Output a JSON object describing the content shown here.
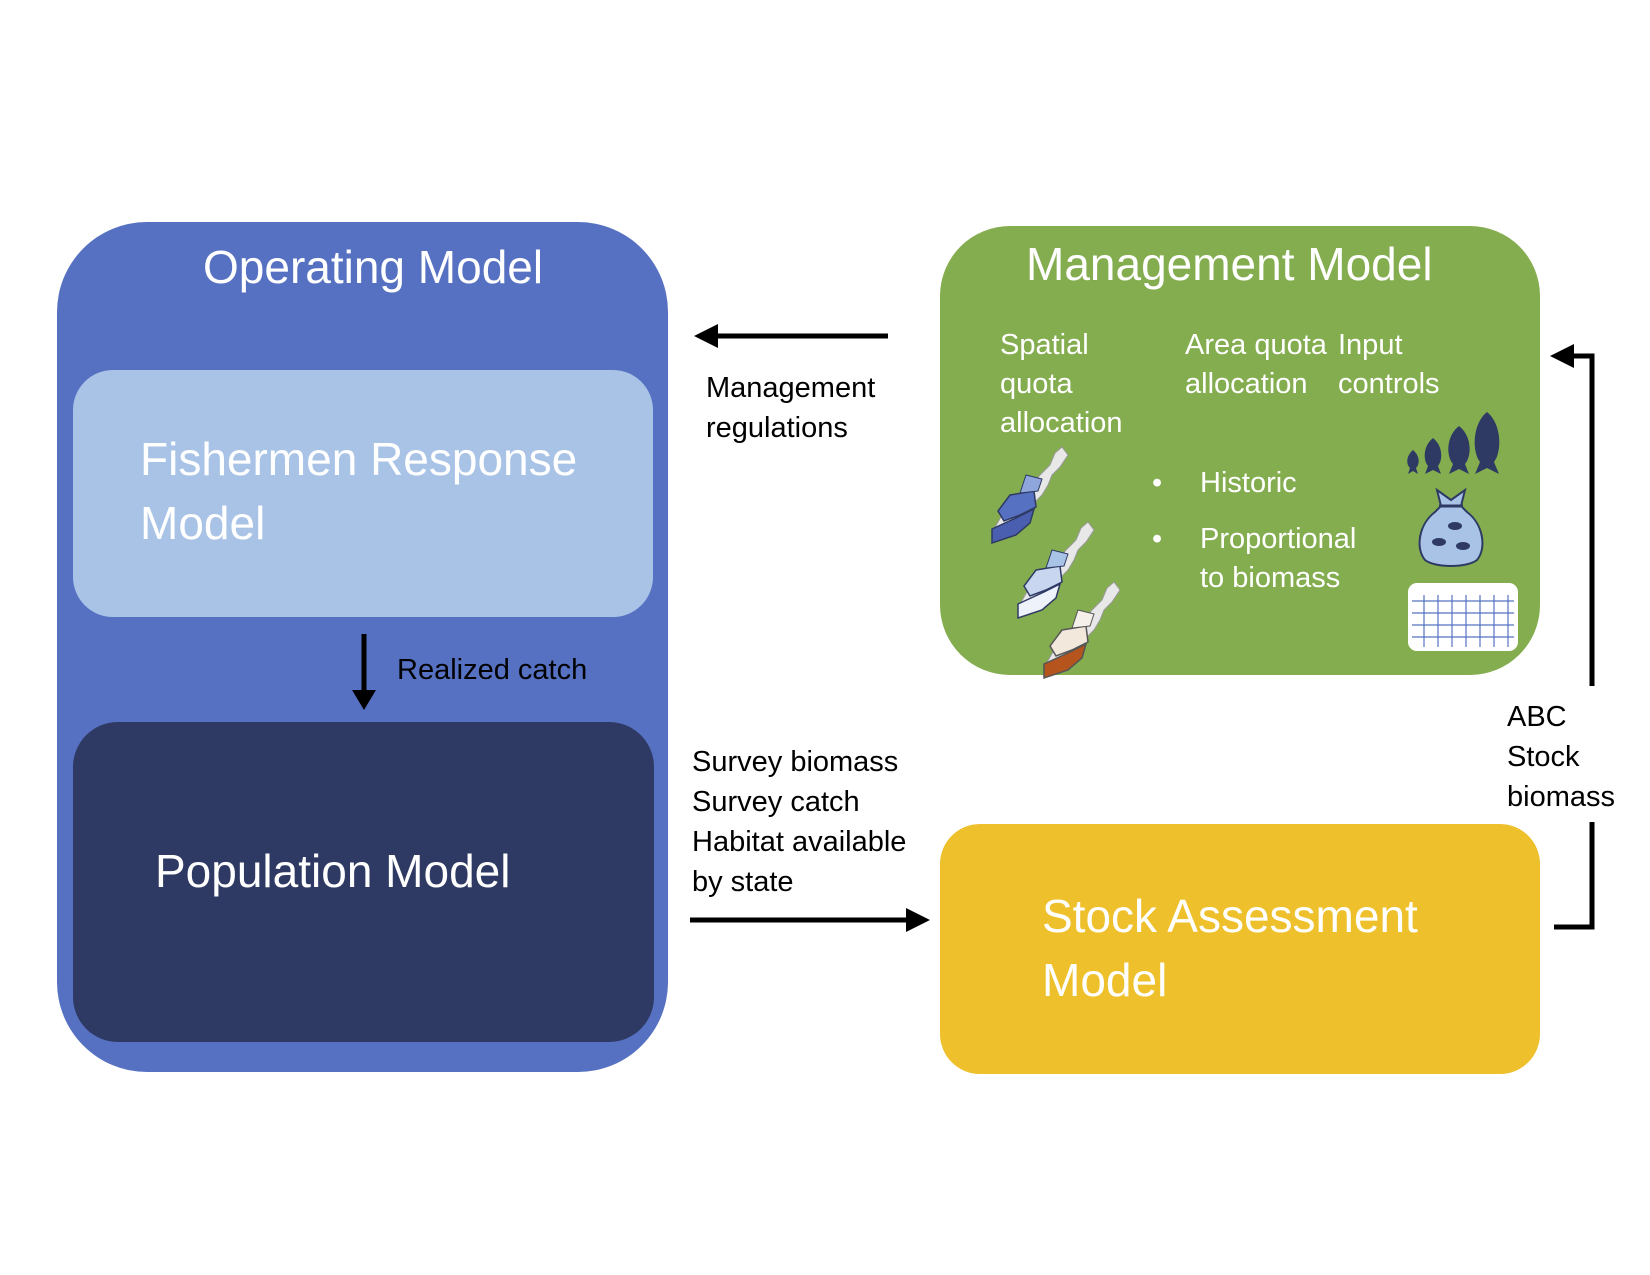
{
  "operating": {
    "title": "Operating Model"
  },
  "fishermen": {
    "line1": "Fishermen Response",
    "line2": "Model"
  },
  "population": {
    "title": "Population Model"
  },
  "realized": {
    "label": "Realized catch"
  },
  "regulations": {
    "line1": "Management",
    "line2": "regulations"
  },
  "survey": {
    "line1": "Survey biomass",
    "line2": "Survey catch",
    "line3": "Habitat available",
    "line4": "by state"
  },
  "management": {
    "title": "Management Model",
    "col1": [
      "Spatial",
      "quota",
      "allocation"
    ],
    "col2": [
      "Area quota",
      "allocation"
    ],
    "col3": [
      "Input",
      "controls"
    ],
    "bullets": [
      "Historic",
      "Proportional",
      "to biomass"
    ]
  },
  "stock": {
    "line1": "Stock Assessment",
    "line2": "Model"
  },
  "abc": {
    "line1": "ABC",
    "line2": "Stock",
    "line3": "biomass"
  },
  "colors": {
    "operating": "#5671c2",
    "fishermen": "#a9c3e7",
    "population": "#2e3a63",
    "management": "#84ad4f",
    "stock": "#eec02c",
    "fish": "#2e3a63"
  },
  "icons": [
    "map-icon",
    "fish-icon",
    "bag-icon",
    "grid-icon",
    "arrow-icon"
  ]
}
